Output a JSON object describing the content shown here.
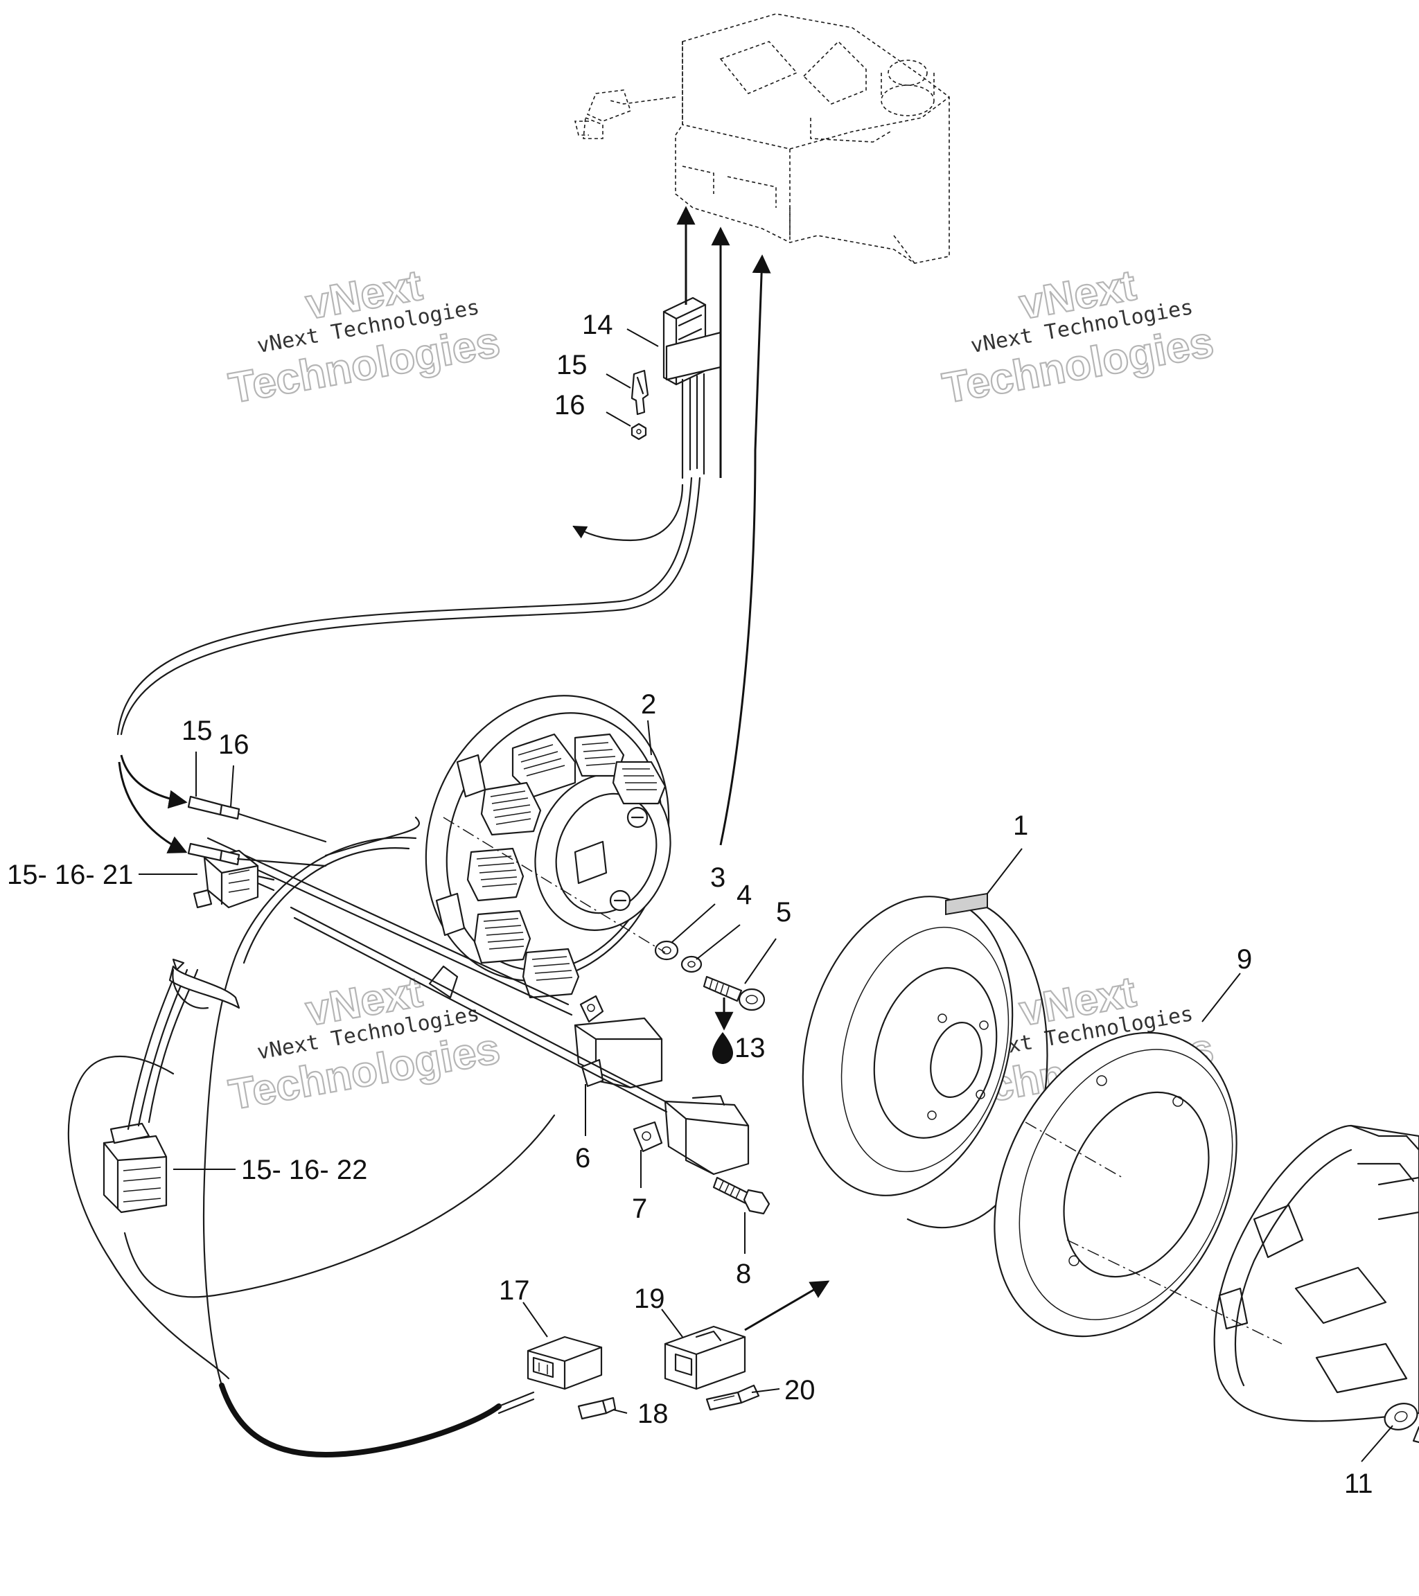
{
  "callouts": {
    "c1": "1",
    "c2": "2",
    "c3": "3",
    "c4": "4",
    "c5": "5",
    "c6": "6",
    "c7": "7",
    "c8": "8",
    "c9": "9",
    "c11": "11",
    "c13": "13",
    "c14": "14",
    "c15": "15",
    "c16": "16",
    "c15b": "15",
    "c16b": "16",
    "c15_16_21": "15- 16- 21",
    "c15_16_22": "15- 16- 22",
    "c17": "17",
    "c18": "18",
    "c19": "19",
    "c20": "20"
  },
  "watermark": {
    "company_small": "vNext Technologies",
    "big_line1": "vNext",
    "big_line2": "Technologies"
  },
  "colors": {
    "line": "#1a1a1a",
    "watermark_outline": "#b5b5b5"
  }
}
